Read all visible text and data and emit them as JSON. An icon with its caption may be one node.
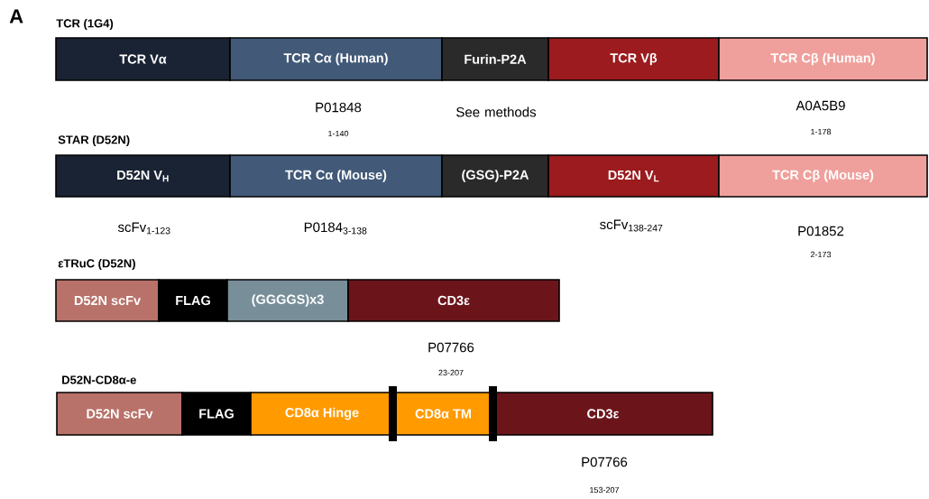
{
  "diagram": {
    "nodes": [
      {
        "text": [
          "TCR Vα"
        ]
      },
      {
        "text": [
          "TCR Cα (Human)"
        ],
        "beside": [
          "P01848",
          "1-140"
        ]
      },
      {
        "text": [
          "Furin-P2A"
        ],
        "beside": [
          "See methods"
        ]
      },
      {
        "text": [
          "TCR Vβ"
        ]
      },
      {
        "text": [
          "TCR Cβ (Human)"
        ],
        "beside": [
          "A0A5B9",
          "1-178"
        ]
      },
      {
        "text": [
          "D52N V$_{H}$"
        ],
        "beside": [
          "scFv$_{1-123}$"
        ]
      },
      {
        "text": [
          "TCR Cα (Mouse)"
        ],
        "beside": [
          "P0184$_{3-138}$"
        ]
      },
      {
        "text": [
          "(GSG)-P2A"
        ]
      },
      {
        "text": [
          "D52N V$_{L}$"
        ],
        "beside": [
          "scFv$_{138-247}$"
        ]
      },
      {
        "text": [
          "TCR Cβ (Mouse)"
        ],
        "beside": [
          "P01852",
          "2-173"
        ]
      },
      {
        "text": [
          "D52N scFv"
        ]
      },
      {
        "text": [
          "FLAG"
        ]
      },
      {
        "text": [
          "(GGGGS)x3"
        ]
      },
      {
        "text": [
          "CD3ε"
        ],
        "beside": [
          "P07766",
          "23-207"
        ]
      },
      {
        "text": [
          "D52N scFv"
        ]
      },
      {
        "text": [
          "FLAG"
        ]
      },
      {
        "text": [
          "CD8α Hinge"
        ]
      },
      {
        "text": [
          "CD8α TM"
        ]
      },
      {
        "text": [
          "CD3ε"
        ],
        "beside": [
          "P07766",
          "153-207"
        ]
      }
    ],
    "labels": [
      "A",
      "TCR (1G4)",
      "STAR (D52N)",
      "εTRuC (D52N)",
      "D52N-CD8α-e"
    ]
  }
}
